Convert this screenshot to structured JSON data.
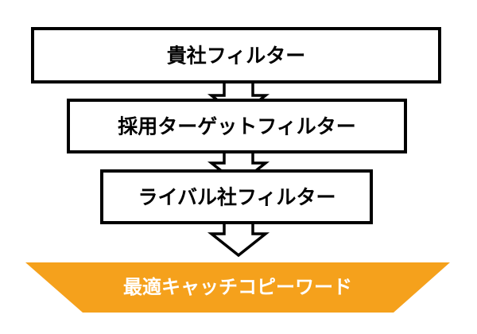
{
  "filters": [
    {
      "label": "貴社フィルター"
    },
    {
      "label": "採用ターゲットフィルター"
    },
    {
      "label": "ライバル社フィルター"
    }
  ],
  "result": {
    "label": "最適キャッチコピーワード"
  },
  "colors": {
    "box_fill": "#ffffff",
    "box_stroke": "#000000",
    "arrow_fill": "#ffffff",
    "arrow_stroke": "#000000",
    "result_fill": "#f5a11c",
    "result_text": "#ffffff",
    "label_text": "#000000"
  }
}
